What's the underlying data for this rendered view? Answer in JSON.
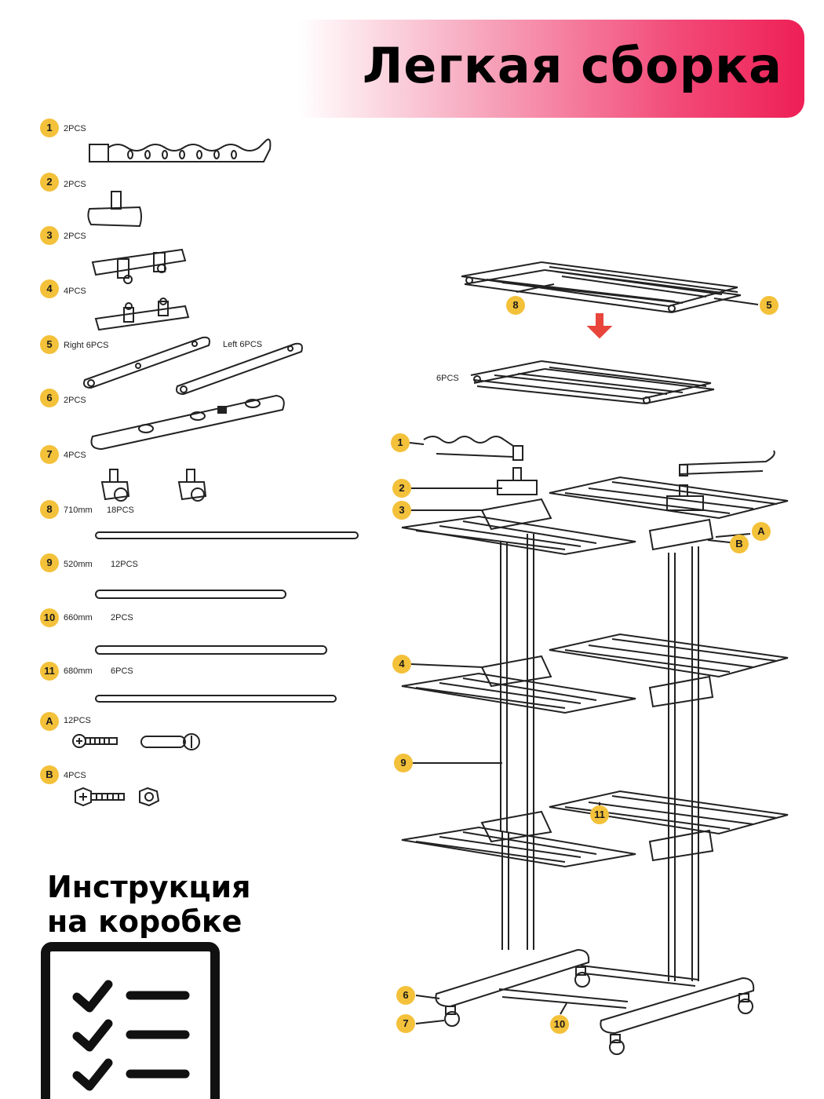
{
  "banner": {
    "title": "Легкая сборка"
  },
  "note": {
    "line1": "Инструкция",
    "line2": "на коробке"
  },
  "parts": [
    {
      "id": "1",
      "text": "2PCS"
    },
    {
      "id": "2",
      "text": "2PCS"
    },
    {
      "id": "3",
      "text": "2PCS"
    },
    {
      "id": "4",
      "text": "4PCS"
    },
    {
      "id": "5",
      "text": "Right 6PCS",
      "text2": "Left 6PCS"
    },
    {
      "id": "6",
      "text": "2PCS"
    },
    {
      "id": "7",
      "text": "4PCS"
    },
    {
      "id": "8",
      "text": "710mm",
      "text2": "18PCS"
    },
    {
      "id": "9",
      "text": "520mm",
      "text2": "12PCS"
    },
    {
      "id": "10",
      "text": "660mm",
      "text2": "2PCS"
    },
    {
      "id": "11",
      "text": "680mm",
      "text2": "6PCS"
    },
    {
      "id": "A",
      "text": "12PCS"
    },
    {
      "id": "B",
      "text": "4PCS"
    }
  ],
  "assembly": {
    "callouts": [
      "8",
      "5",
      "1",
      "2",
      "3",
      "A",
      "B",
      "4",
      "9",
      "11",
      "6",
      "7",
      "10"
    ],
    "shelf_qty": "6PCS"
  },
  "colors": {
    "badge": "#f3c13a",
    "arrow": "#e8453c",
    "banner": "#ee1f55"
  }
}
